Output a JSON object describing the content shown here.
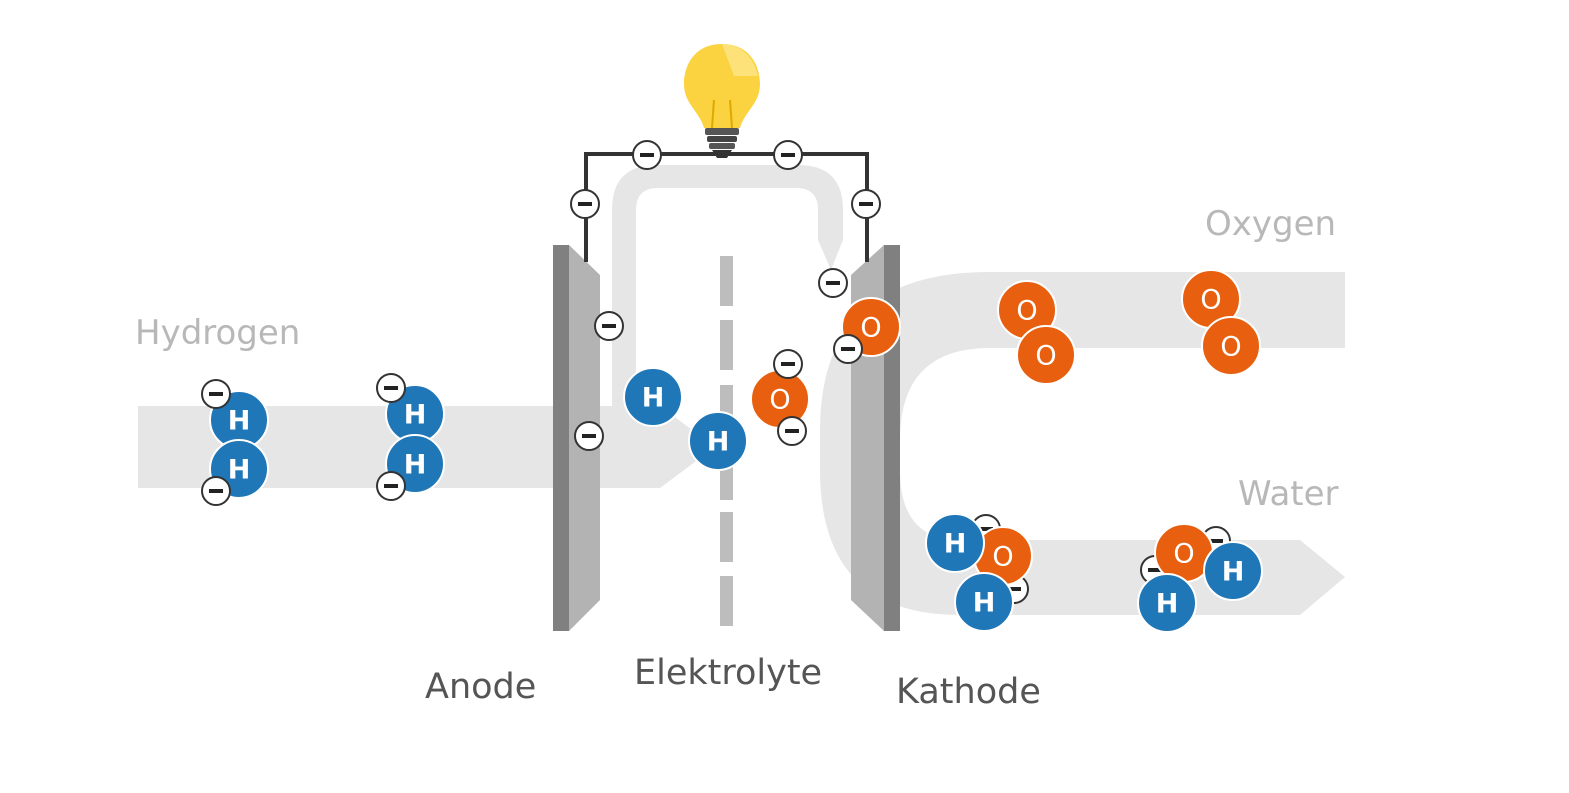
{
  "labels": {
    "hydrogen": "Hydrogen",
    "oxygen": "Oxygen",
    "water": "Water",
    "anode": "Anode",
    "electrolyte": "Elektrolyte",
    "cathode": "Kathode"
  },
  "atoms": {
    "hydrogen_symbol": "H",
    "oxygen_symbol": "O"
  },
  "colors": {
    "hydrogen": "#1f77b8",
    "oxygen": "#e8600f",
    "flow": "#e6e6e6",
    "electrode_light": "#b3b3b3",
    "electrode_dark": "#808080",
    "wire": "#333333",
    "bulb": "#fbd23f",
    "label_gray": "#b8b8b8",
    "label_dark": "#555555"
  },
  "icons": {
    "bulb": "lightbulb-icon",
    "electron": "electron-icon"
  }
}
